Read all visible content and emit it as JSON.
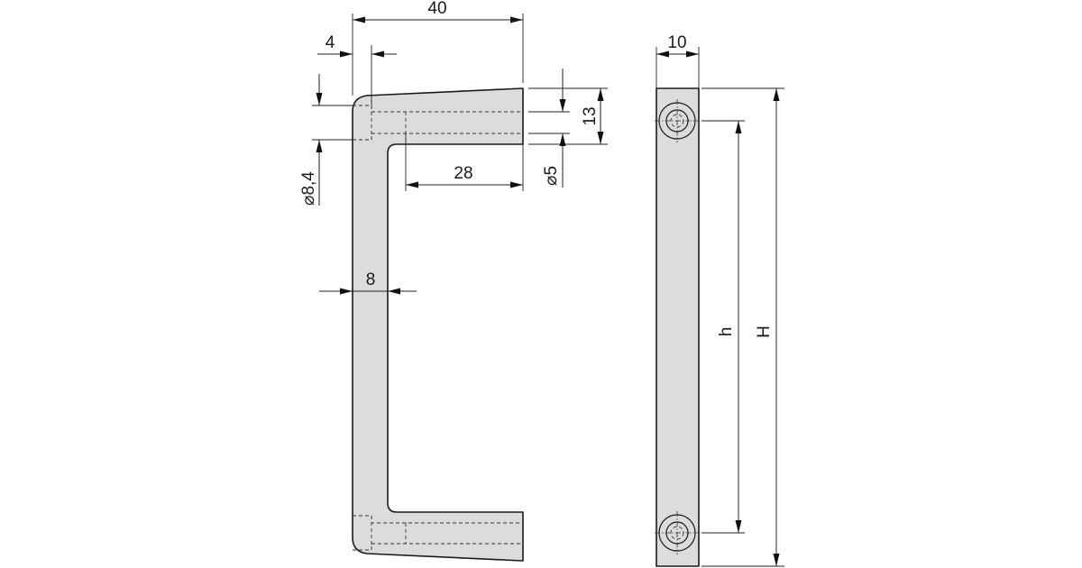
{
  "dimensions": {
    "overall_depth": "40",
    "offset": "4",
    "diameter_counterbore": "⌀8,4",
    "diameter_hole": "⌀5",
    "end_height": "13",
    "inner_depth": "28",
    "bar_thickness": "8",
    "width": "10",
    "hole_spacing": "h",
    "overall_height": "H"
  },
  "colors": {
    "part_fill": "#dcdcdc",
    "line": "#1a1a1a",
    "background": "#ffffff"
  }
}
